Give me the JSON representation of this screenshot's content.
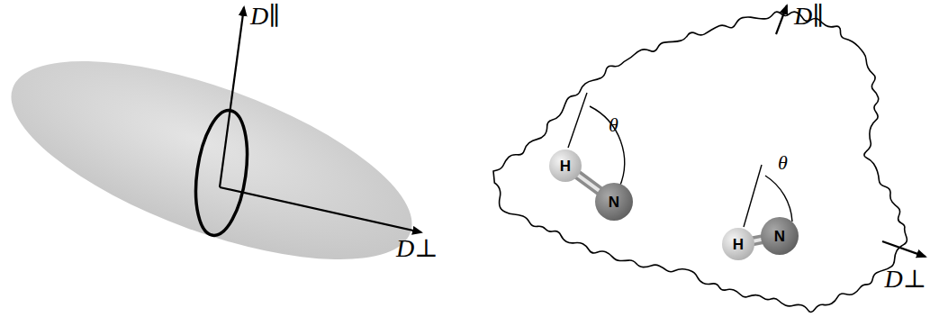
{
  "diagram": {
    "nodes": [
      {
        "text": [
          "H"
        ]
      },
      {
        "text": [
          "N"
        ]
      },
      {
        "text": [
          "H"
        ]
      },
      {
        "text": [
          "N"
        ]
      }
    ],
    "edges": [
      {
        "from": 0,
        "to": 1,
        "arrow": "none"
      },
      {
        "from": 2,
        "to": 3,
        "arrow": "none"
      }
    ],
    "labels": [
      "D∥",
      "D⊥",
      "D∥",
      "D⊥",
      "θ",
      "θ"
    ]
  }
}
